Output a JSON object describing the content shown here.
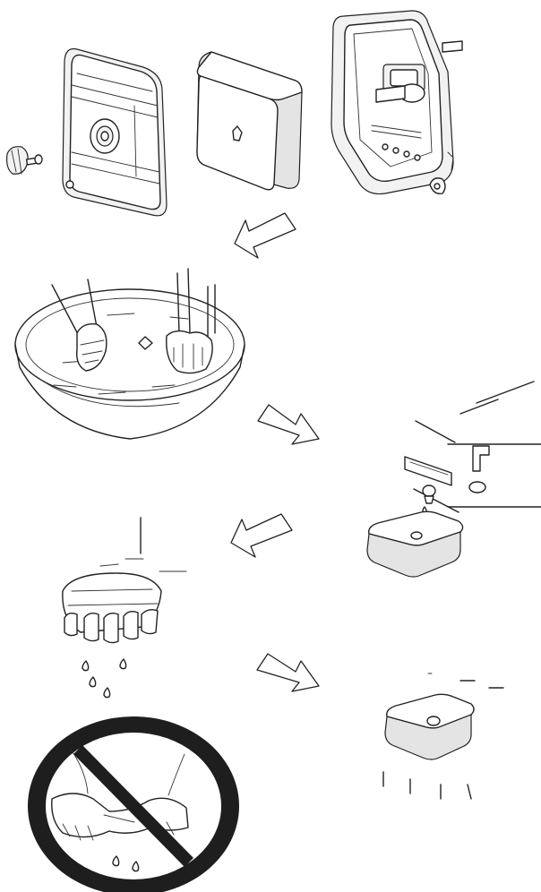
{
  "diagram": {
    "steps": [
      {
        "id": "disassemble",
        "icons": [
          "cover-icon",
          "filter-sponge-icon",
          "housing-icon",
          "knob-icon"
        ]
      },
      {
        "id": "wash-in-basin",
        "icons": [
          "basin-icon",
          "hands-icon"
        ]
      },
      {
        "id": "squeeze-drip",
        "icons": [
          "squeeze-hands-icon",
          "water-drop-icon"
        ]
      },
      {
        "id": "do-not-wring",
        "icons": [
          "prohibition-icon",
          "wringing-hands-icon"
        ]
      },
      {
        "id": "air-dry-in-shade",
        "icons": [
          "shade-icon",
          "sponge-icon"
        ]
      }
    ],
    "colors": {
      "line": "#222222",
      "fill": "#ffffff",
      "shade": "#e4e4e4",
      "prohibition": "#1a1a1a"
    }
  }
}
